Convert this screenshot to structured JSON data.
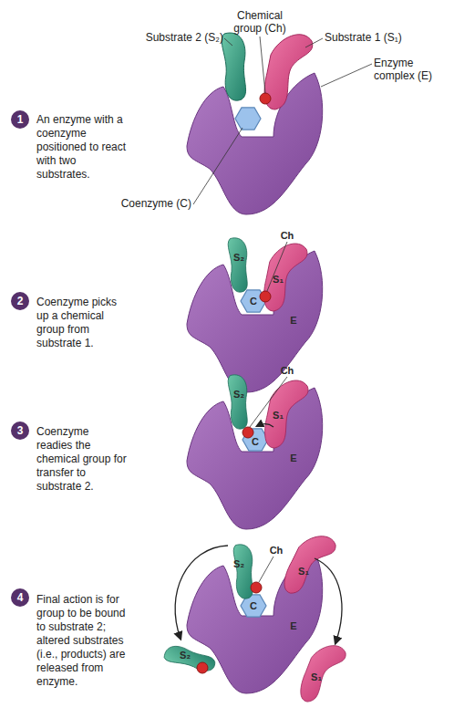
{
  "diagram": {
    "nodes": [
      {
        "text": [
          "1"
        ]
      },
      {
        "text": [
          "2"
        ]
      },
      {
        "text": [
          "3"
        ]
      },
      {
        "text": [
          "4"
        ]
      }
    ],
    "labels": [
      "Chemical group (Ch)",
      "Substrate 2 (S₂)",
      "Substrate 1 (S₁)",
      "Enzyme complex (E)",
      "Coenzyme (C)",
      "An enzyme with a coenzyme positioned to react with two substrates.",
      "Ch",
      "S₂",
      "S₁",
      "C",
      "E",
      "Coenzyme picks up a chemical group from substrate 1.",
      "Ch",
      "S₂",
      "S₁",
      "C",
      "E",
      "Coenzyme readies the chemical group for transfer to substrate 2.",
      "Ch",
      "S₂",
      "S₁",
      "C",
      "E",
      "S₂",
      "S₁",
      "Final action is for group to be bound to substrate 2; altered substrates (i.e., products) are released from enzyme."
    ]
  }
}
